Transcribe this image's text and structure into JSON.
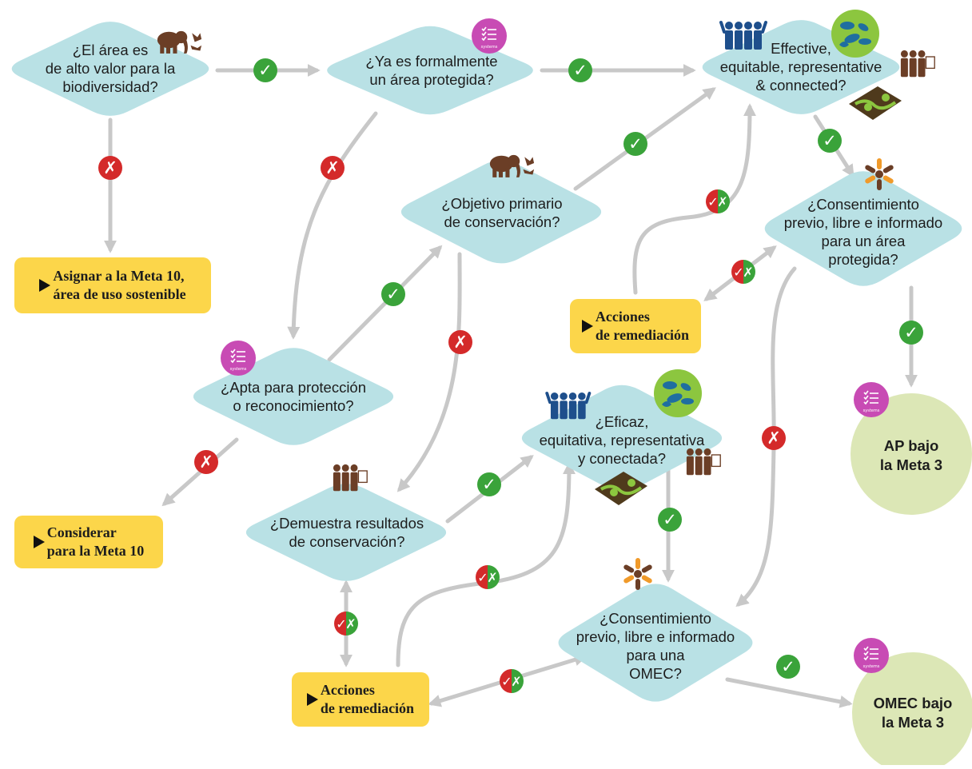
{
  "colors": {
    "decision_fill": "#b9e1e5",
    "action_fill": "#fcd64a",
    "outcome_fill": "#dce7b6",
    "connector": "#c8c8c8",
    "yes": "#3aa33a",
    "no": "#d42a2a",
    "systems_badge": "#c84bb4",
    "elephant": "#6b3e26",
    "people_blue": "#1e4f8c",
    "species_green": "#8cc63f",
    "species_blue": "#1f6ea0"
  },
  "decisions": {
    "high_value": "¿El área es\nde alto valor para la\nbiodiversidad?",
    "formal_pa": "¿Ya es formalmente\nun área protegida?",
    "effective_en": "Effective,\nequitable, representative\n& connected?",
    "primary_objective": "¿Objetivo primario\nde conservación?",
    "consent_pa": "¿Consentimiento\nprevio, libre e informado\npara un área\nprotegida?",
    "suitable": "¿Apta para protección\no reconocimiento?",
    "effective_es": "¿Eficaz,\nequitativa, representativa\ny conectada?",
    "demonstrates": "¿Demuestra resultados\nde conservación?",
    "consent_oecm": "¿Consentimiento\nprevio, libre e informado\npara una\nOMEC?"
  },
  "actions": {
    "meta10_sustainable": "Asignar a la Meta 10,\nárea de uso sostenible",
    "consider_meta10": "Considerar\npara la Meta 10",
    "remediation_top": "Acciones\nde remediación",
    "remediation_bottom": "Acciones\nde remediación"
  },
  "outcomes": {
    "pa_meta3": "AP bajo\nla Meta 3",
    "oecm_meta3": "OMEC bajo\nla Meta 3"
  },
  "badge_label": "systems",
  "check_glyph": "✓",
  "cross_glyph": "✗",
  "icons": [
    "elephant-icon",
    "systems-icon",
    "people-icon",
    "species-icon",
    "map-icon",
    "community-icon",
    "consent-hands-icon"
  ]
}
